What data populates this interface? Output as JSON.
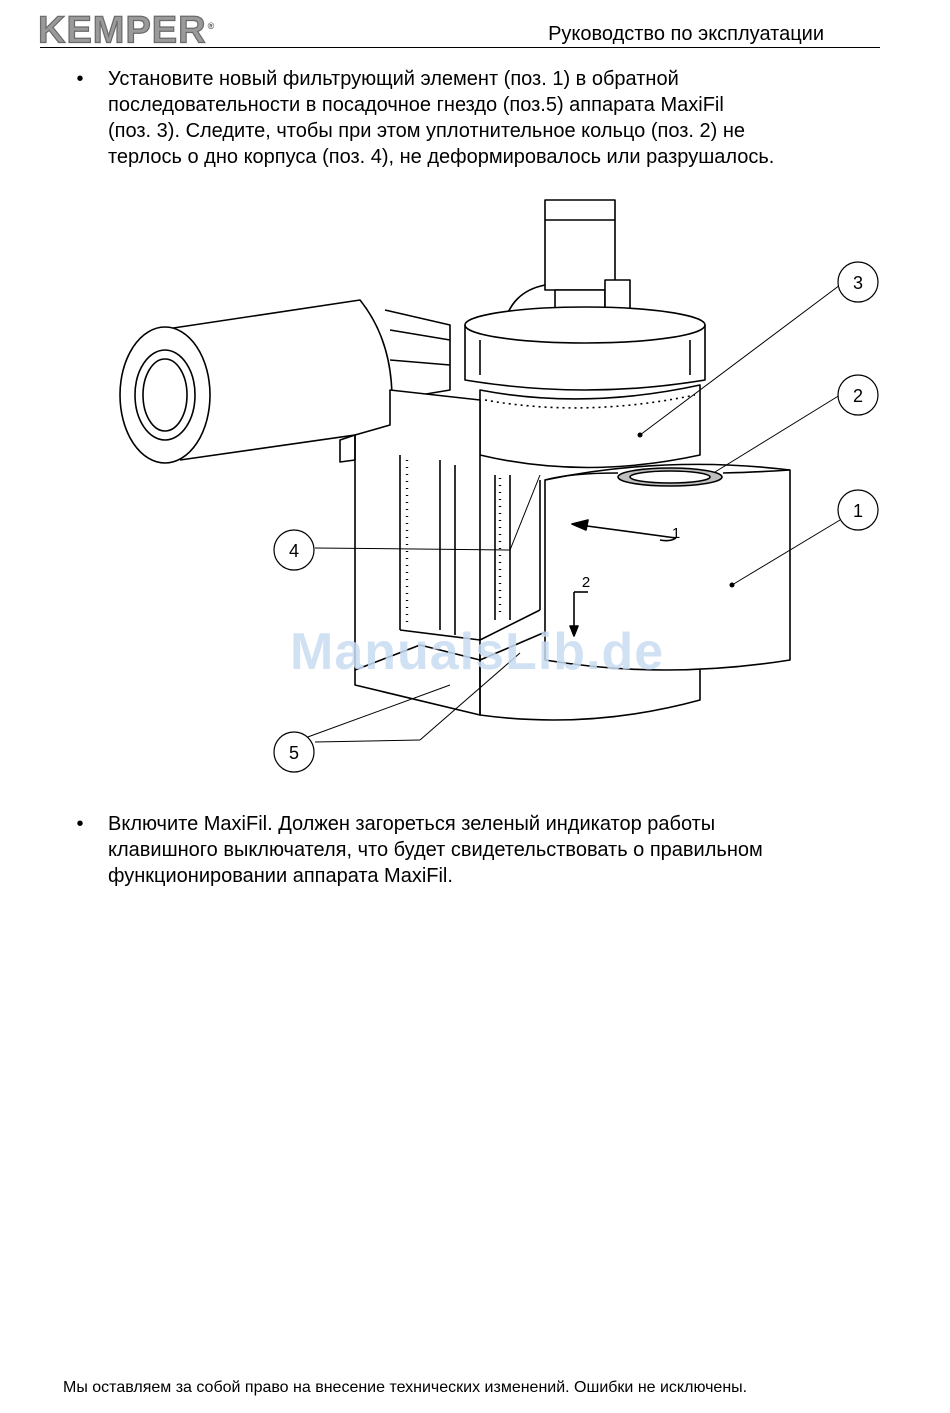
{
  "header": {
    "logo_text": "KEMPER",
    "logo_mark": "®",
    "title": "Руководство по эксплуатации"
  },
  "content": {
    "bullet_1": "Установите новый фильтрующий элемент (поз. 1) в обратной\nпоследовательности в посадочное гнездо (поз.5) аппарата MaxiFil\n(поз. 3). Следите, чтобы при этом уплотнительное кольцо (поз. 2) не\nтерлось о дно корпуса (поз. 4), не деформировалось или разрушалось.",
    "bullet_2": "Включите MaxiFil. Должен загореться зеленый индикатор работы\nклавишного выключателя, что будет свидетельствовать о правильном\nфункционировании аппарата MaxiFil.",
    "bullet_symbol": "•"
  },
  "figure": {
    "callouts": {
      "c1": "1",
      "c2": "2",
      "c3": "3",
      "c4": "4",
      "c5": "5",
      "arrow1": "1",
      "arrow2": "2"
    }
  },
  "watermark": "ManualsLib.de",
  "footer": "Мы оставляем за собой право на внесение технических изменений. Ошибки не исключены."
}
